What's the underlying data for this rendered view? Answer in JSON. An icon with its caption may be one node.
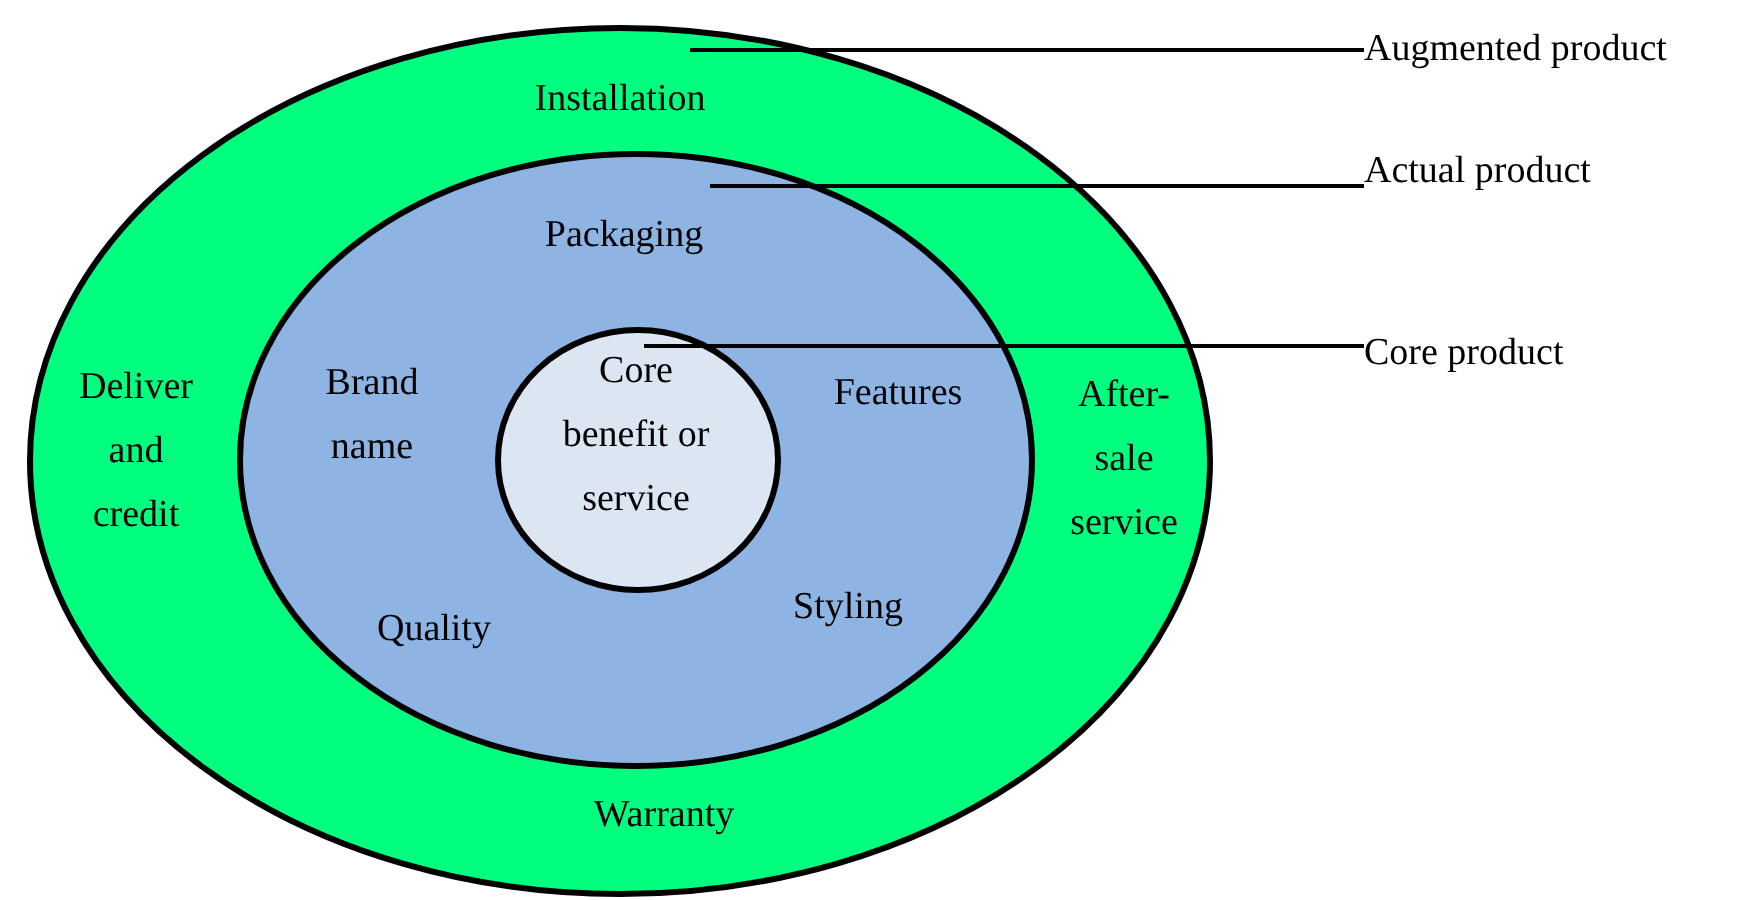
{
  "diagram": {
    "nodes": [
      {
        "text": [
          "Installation",
          "Deliver and credit",
          "After-sale service",
          "Warranty"
        ]
      },
      {
        "text": [
          "Packaging",
          "Brand name",
          "Features",
          "Quality",
          "Styling"
        ],
        "in": 0
      },
      {
        "text": [
          "Core benefit or service"
        ],
        "in": 1
      },
      {
        "text": [
          "Augmented product"
        ]
      },
      {
        "text": [
          "Actual product"
        ]
      },
      {
        "text": [
          "Core product"
        ]
      }
    ],
    "edges": [
      {
        "from": 3,
        "to": 0,
        "arrow": "none"
      },
      {
        "from": 4,
        "to": 1,
        "arrow": "none"
      },
      {
        "from": 5,
        "to": 2,
        "arrow": "none"
      }
    ]
  }
}
